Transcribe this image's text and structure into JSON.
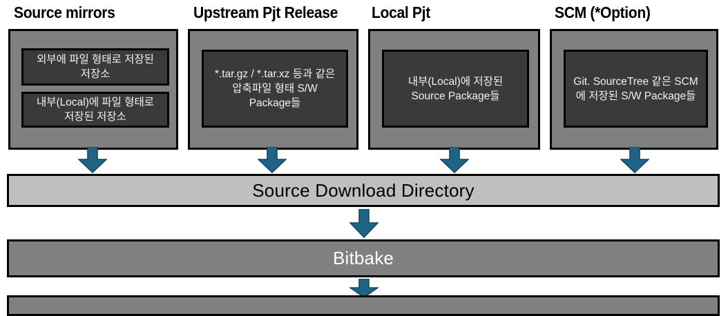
{
  "diagram": {
    "title_color": "#000000",
    "panel_color": "#808080",
    "inner_box_color": "#3A3A3A",
    "arrow_color": "#1F6387",
    "bar_light_color": "#BFBFBF",
    "bar_dark_color": "#808080"
  },
  "columns": [
    {
      "title": "Source mirrors",
      "boxes": [
        {
          "text": "외부에 파일 형태로 저장된\n저장소"
        },
        {
          "text": "내부(Local)에 파일 형태로\n저장된 저장소"
        }
      ]
    },
    {
      "title": "Upstream Pjt Release",
      "boxes": [
        {
          "text": "*.tar.gz / *.tar.xz 등과 같은\n압축파일 형태 S/W\nPackage들"
        }
      ]
    },
    {
      "title": "Local Pjt",
      "boxes": [
        {
          "text": "내부(Local)에 저장된\nSource Package들"
        }
      ]
    },
    {
      "title": "SCM (*Option)",
      "boxes": [
        {
          "text": "Git. SourceTree 같은 SCM\n에 저장된 S/W Package들"
        }
      ]
    }
  ],
  "bars": [
    {
      "label": "Source Download Directory",
      "style": "light"
    },
    {
      "label": "Bitbake",
      "style": "dark"
    },
    {
      "label": "",
      "style": "stub"
    }
  ],
  "arrows": {
    "to_download_dir_count": 4,
    "to_bitbake": "down-arrow",
    "to_output": "down-arrow"
  }
}
